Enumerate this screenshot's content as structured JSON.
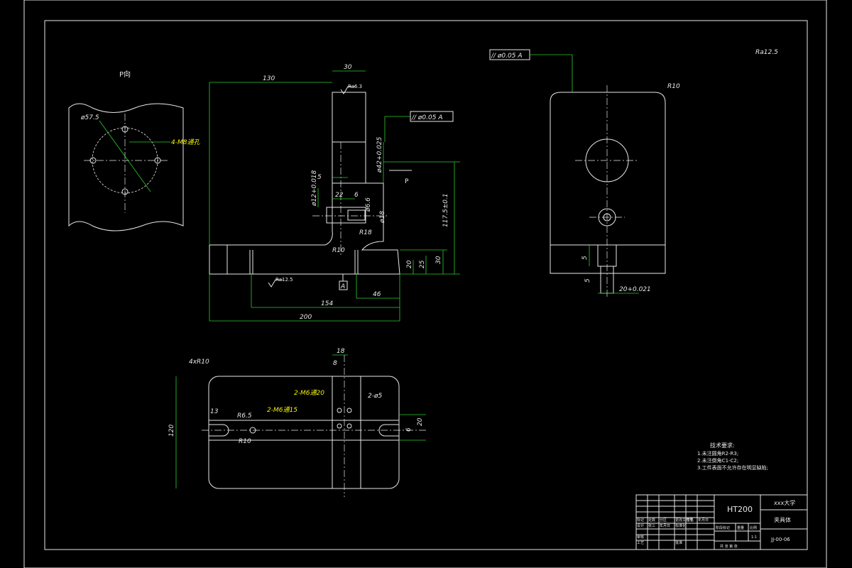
{
  "views": {
    "p_view_label": "P向",
    "p_view_dims": {
      "pcd": "ø57.5",
      "holes": "4-M8通孔"
    },
    "front_dims": {
      "overall_length": "200",
      "length_130": "130",
      "length_154": "154",
      "length_46": "46",
      "top_width": "30",
      "step_5": "5",
      "width_22": "22",
      "width_6": "6",
      "height_117": "117.5±0.1",
      "height_30": "30",
      "height_25": "25",
      "height_20": "20",
      "bore_42": "ø42+0.025",
      "bore_12": "ø12+0.018",
      "bore_6": "ø6.6",
      "bore_18": "ø18",
      "r18": "R18",
      "r10": "R10",
      "datum_a": "A",
      "arrow_p": "P",
      "tol_parallel": "// ø0.05 A",
      "roughness": "Ra6.3"
    },
    "side_dims": {
      "r10": "R10",
      "tol_parallel": "// ø0.05 A",
      "dim_5a": "5",
      "dim_5b": "5",
      "dim_20": "20+0.021"
    },
    "top_dims": {
      "corner": "4xR10",
      "width_120": "120",
      "dim_18": "18",
      "dim_8": "8",
      "dim_13": "13",
      "m6_20": "2-M6通20",
      "m6_15": "2-M6通15",
      "phi5": "2-ø5",
      "r6_5": "R6.5",
      "r10": "R10",
      "dim_6": "6",
      "dim_20": "20"
    },
    "surface_symbol": "Ra12.5"
  },
  "tech_requirements": {
    "title": "技术要求:",
    "items": [
      "1.未注圆角R2-R3;",
      "2.未注倒角C1-C2;",
      "3.工件表面不允许存在明显缺陷;"
    ]
  },
  "title_block": {
    "material": "HT200",
    "school": "xxx大学",
    "part_name": "夹具体",
    "drawing_no": "JJ-00-06",
    "left_headers": [
      "标记",
      "处数",
      "分区",
      "更改文件号",
      "签名",
      "年月日"
    ],
    "design_row": [
      "设计",
      "张三",
      "年月日",
      "标准化"
    ],
    "scale_label": "阶段标记",
    "weight_label": "重量",
    "ratio_label": "比例",
    "ratio_value": "1:1",
    "check_label": "审核",
    "process_label": "工艺",
    "approve_label": "批准",
    "sheet_text": "共 张 第 张"
  }
}
